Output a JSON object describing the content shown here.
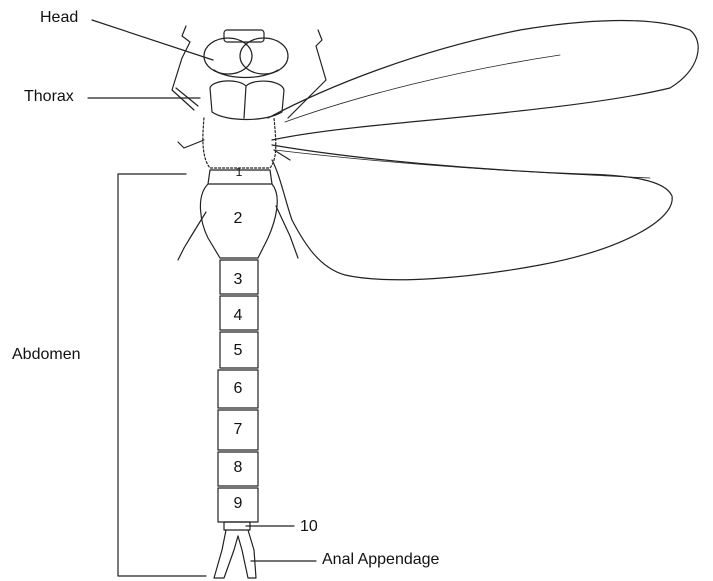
{
  "labels": {
    "head": "Head",
    "thorax": "Thorax",
    "abdomen": "Abdomen",
    "segment_ten": "10",
    "anal_appendage": "Anal Appendage"
  },
  "segments": [
    "1",
    "2",
    "3",
    "4",
    "5",
    "6",
    "7",
    "8",
    "9"
  ],
  "colors": {
    "ink": "#111111",
    "background": "#ffffff"
  }
}
